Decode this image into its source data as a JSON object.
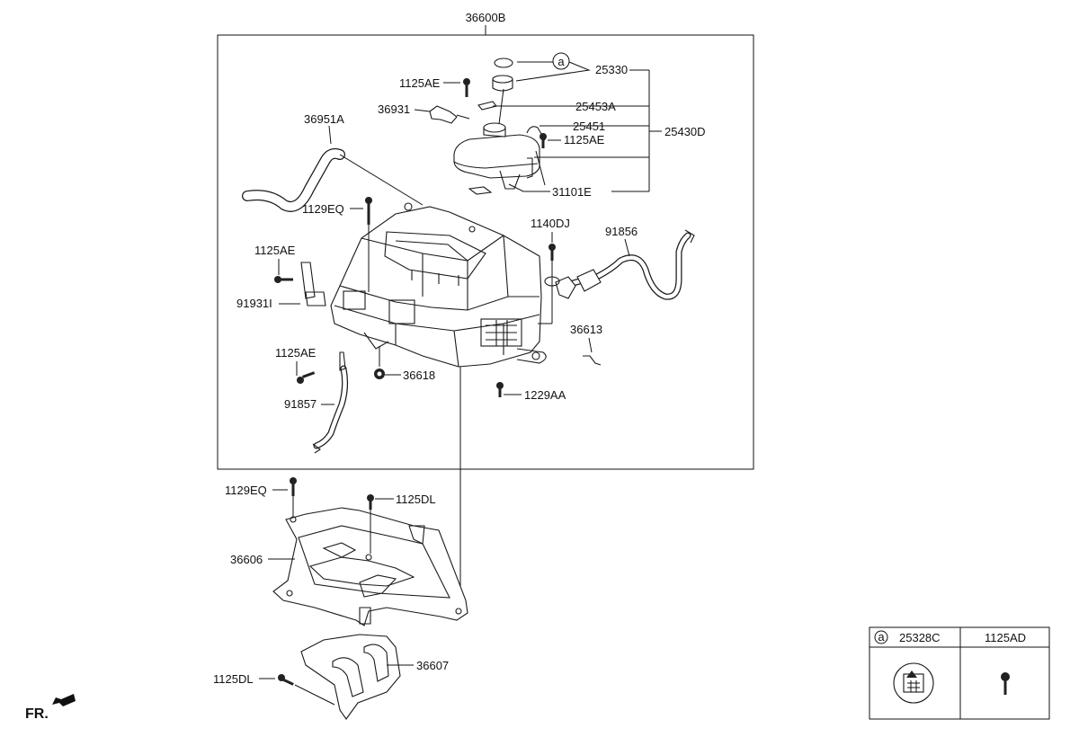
{
  "title_part": "36600B",
  "labels": {
    "p25330": "25330",
    "p1125AE_a": "1125AE",
    "p25453A": "25453A",
    "p36931": "36931",
    "p25451": "25451",
    "p25430D": "25430D",
    "p36951A": "36951A",
    "p1125AE_b": "1125AE",
    "p31101E": "31101E",
    "p1129EQ_a": "1129EQ",
    "p1140DJ": "1140DJ",
    "p91856": "91856",
    "p1125AE_c": "1125AE",
    "p91931I": "91931I",
    "p36613": "36613",
    "p1125AE_d": "1125AE",
    "p36618": "36618",
    "p1229AA": "1229AA",
    "p91857": "91857",
    "p1129EQ_b": "1129EQ",
    "p1125DL_a": "1125DL",
    "p36606": "36606",
    "p36607": "36607",
    "p1125DL_b": "1125DL",
    "ref_a": "a"
  },
  "direction": "FR.",
  "legend": {
    "marker": "a",
    "col1": "25328C",
    "col2": "1125AD"
  },
  "icons": [
    "front-direction-arrow",
    "cap-icon",
    "bolt-icon"
  ]
}
